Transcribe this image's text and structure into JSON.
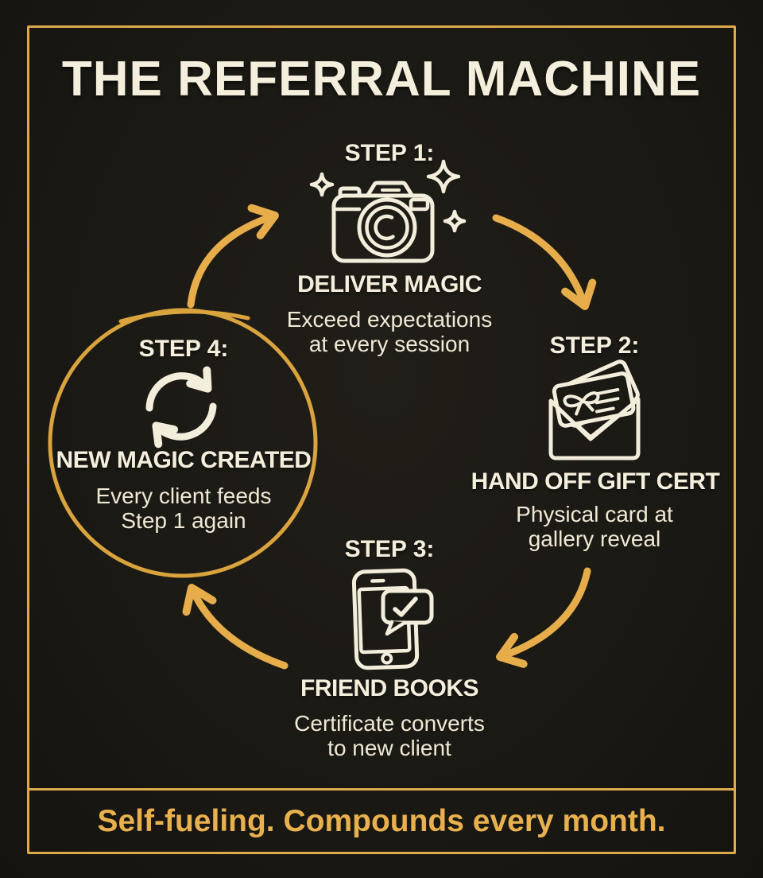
{
  "title": "THE REFERRAL MACHINE",
  "steps": [
    {
      "label": "STEP 1:",
      "heading": "DELIVER MAGIC",
      "desc_line1": "Exceed expectations",
      "desc_line2": "at every session",
      "icon": "camera-icon"
    },
    {
      "label": "STEP 2:",
      "heading": "HAND OFF GIFT CERT",
      "desc_line1": "Physical card at",
      "desc_line2": "gallery reveal",
      "icon": "gift-envelope-icon"
    },
    {
      "label": "STEP 3:",
      "heading": "FRIEND BOOKS",
      "desc_line1": "Certificate converts",
      "desc_line2": "to new client",
      "icon": "phone-check-icon"
    },
    {
      "label": "STEP 4:",
      "heading": "NEW MAGIC CREATED",
      "desc_line1": "Every client feeds",
      "desc_line2": "Step 1 again",
      "icon": "cycle-refresh-icon"
    }
  ],
  "footer": "Self-fueling. Compounds every month.",
  "colors": {
    "background": "#1b1914",
    "frame_gold": "#dfa94a",
    "arrow_gold": "#e7ad4a",
    "circle_gold": "#d9a33e",
    "cream": "#f4efdc",
    "secondary_text": "#efe9d6",
    "footer_gold": "#e9b14e"
  }
}
